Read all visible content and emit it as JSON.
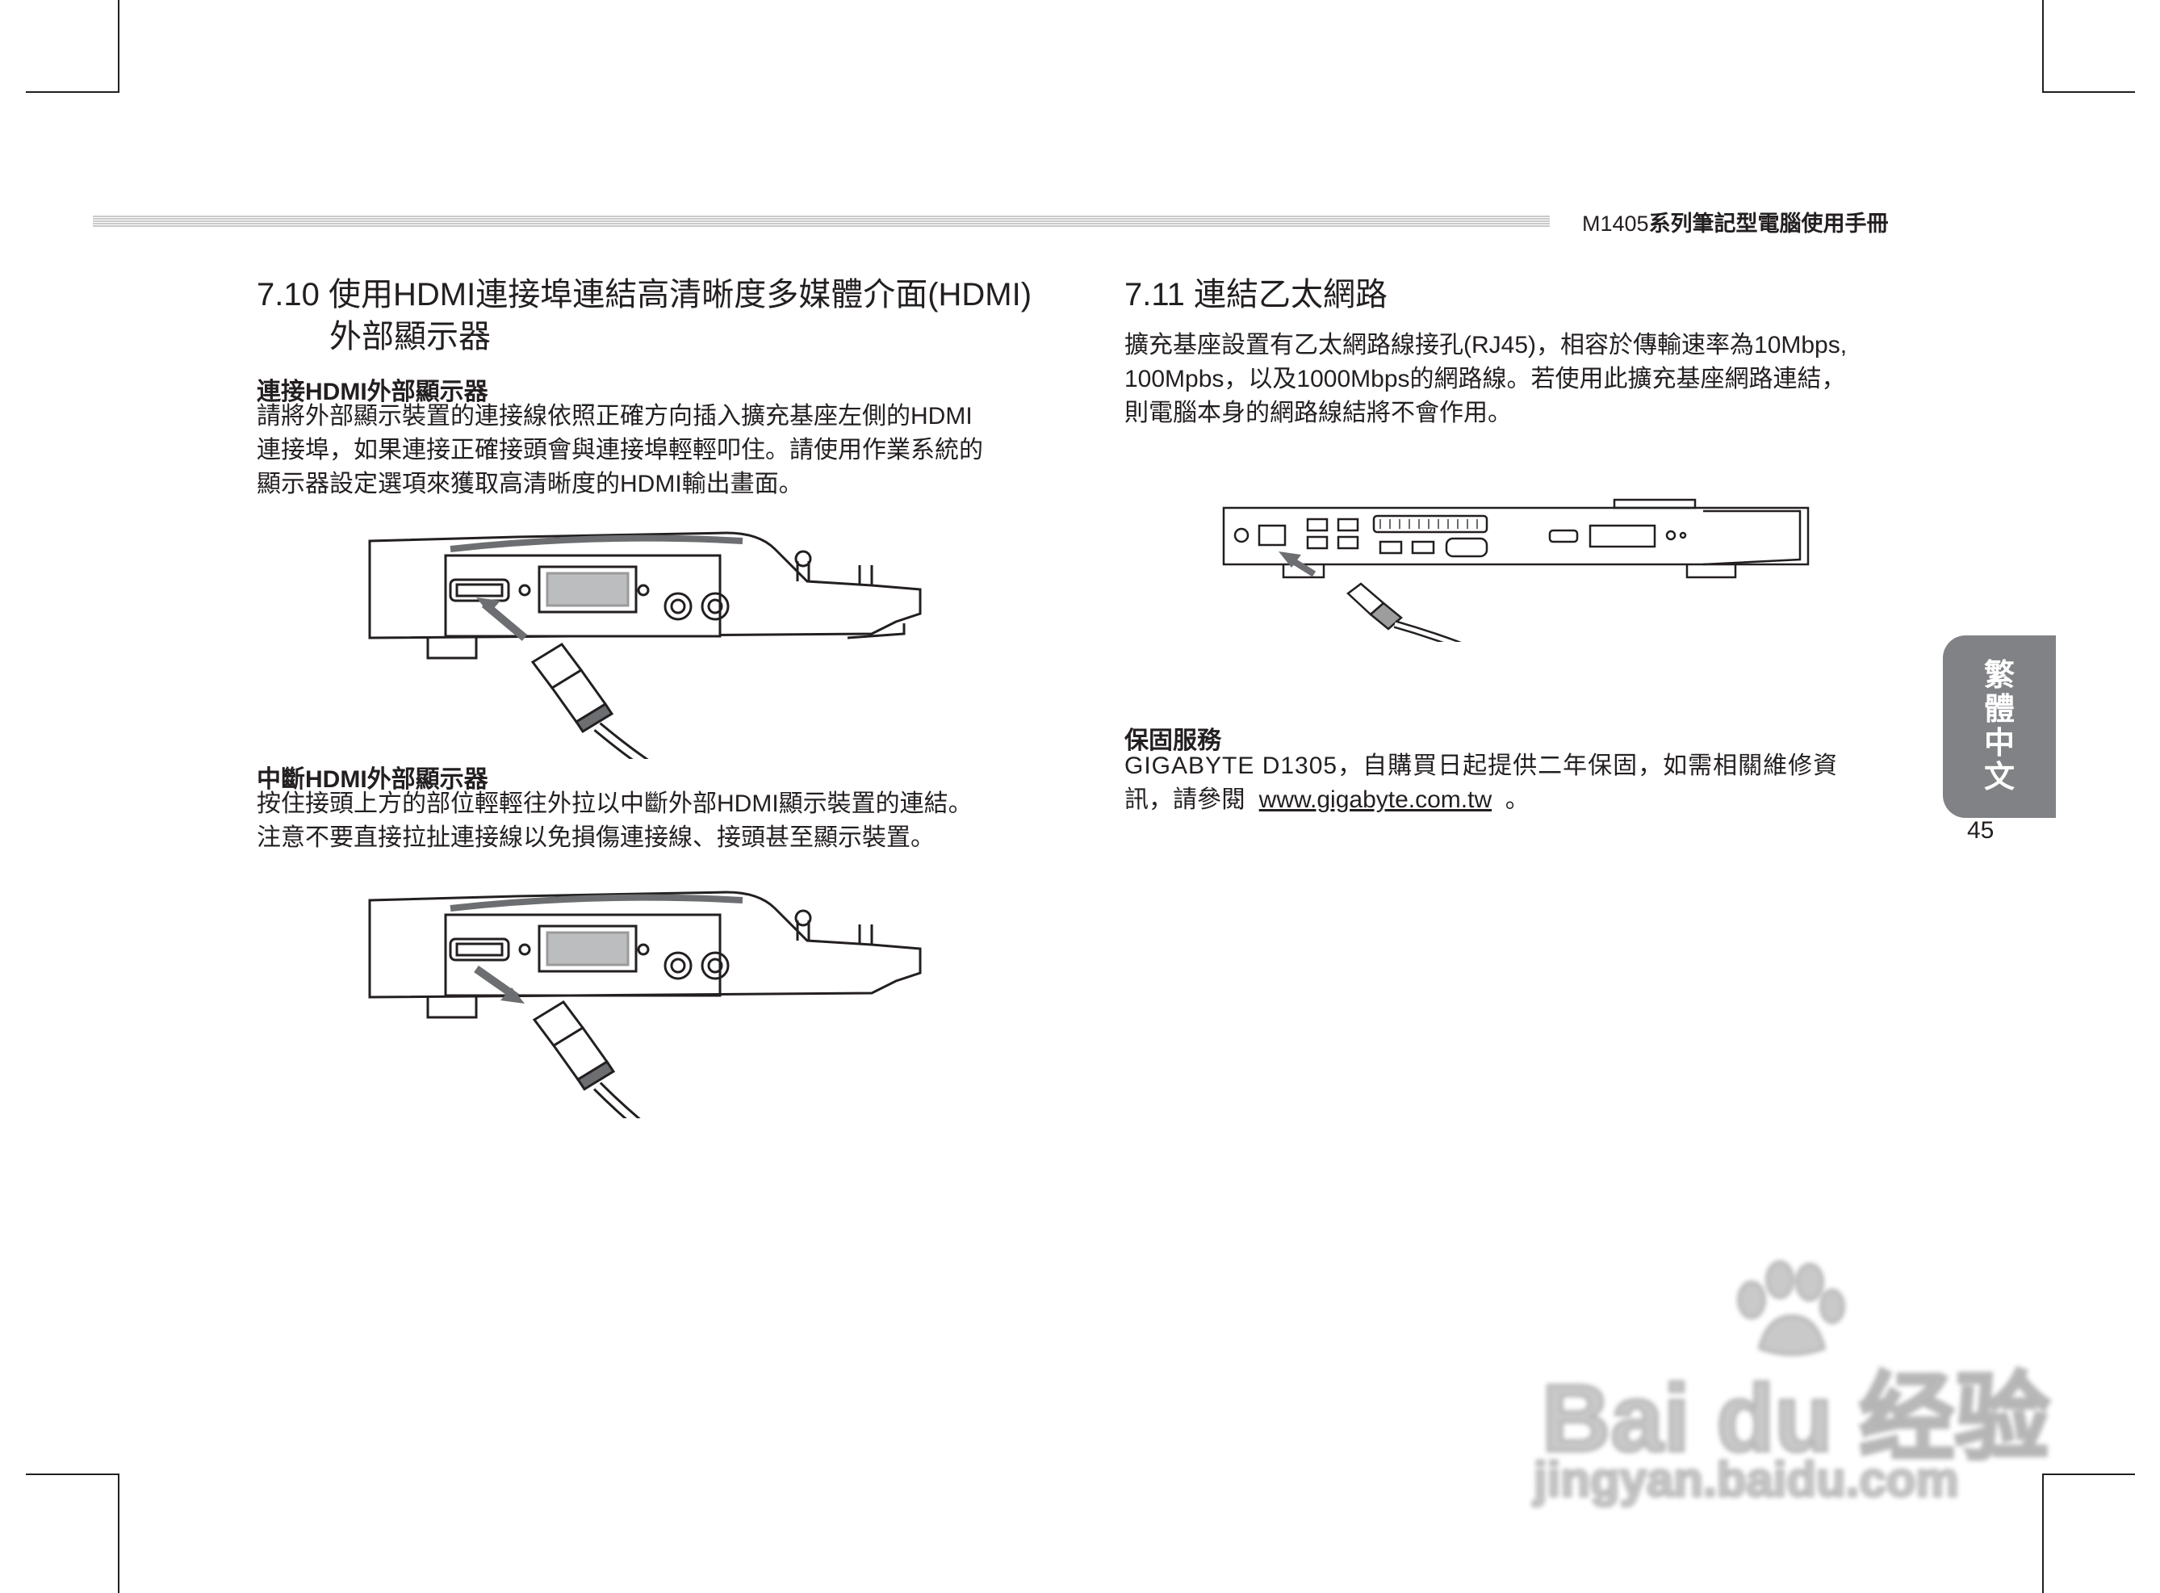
{
  "header": {
    "model": "M1405",
    "title": "系列筆記型電腦使用手冊"
  },
  "section_710": {
    "number": "7.10",
    "title_line1": "使用HDMI連接埠連結高清晰度多媒體介面(HDMI)",
    "title_line2": "外部顯示器",
    "connect": {
      "heading": "連接HDMI外部顯示器",
      "line1": "請將外部顯示裝置的連接線依照正確方向插入擴充基座左側的HDMI",
      "line2": "連接埠，如果連接正確接頭會與連接埠輕輕叩住。請使用作業系統的",
      "line3": "顯示器設定選項來獲取高清晰度的HDMI輸出畫面。"
    },
    "disconnect": {
      "heading": "中斷HDMI外部顯示器",
      "line1": "按住接頭上方的部位輕輕往外拉以中斷外部HDMI顯示裝置的連結。",
      "line2": "注意不要直接拉扯連接線以免損傷連接線、接頭甚至顯示裝置。"
    }
  },
  "section_711": {
    "number": "7.11",
    "title": "連結乙太網路",
    "line1": "擴充基座設置有乙太網路線接孔(RJ45)，相容於傳輸速率為10Mbps,",
    "line2": "100Mpbs，以及1000Mbps的網路線。若使用此擴充基座網路連結，",
    "line3": "則電腦本身的網路線結將不會作用。"
  },
  "warranty": {
    "heading": "保固服務",
    "line1": "GIGABYTE D1305，自購買日起提供二年保固，如需相關維修資",
    "line2_prefix": "訊，請參閱",
    "link": "www.gigabyte.com.tw",
    "line2_suffix": "。"
  },
  "language_tab": [
    "繁",
    "體",
    "中",
    "文"
  ],
  "page_number": "45",
  "watermark": {
    "logo": "Bai du 经验",
    "url": "jingyan.baidu.com"
  }
}
